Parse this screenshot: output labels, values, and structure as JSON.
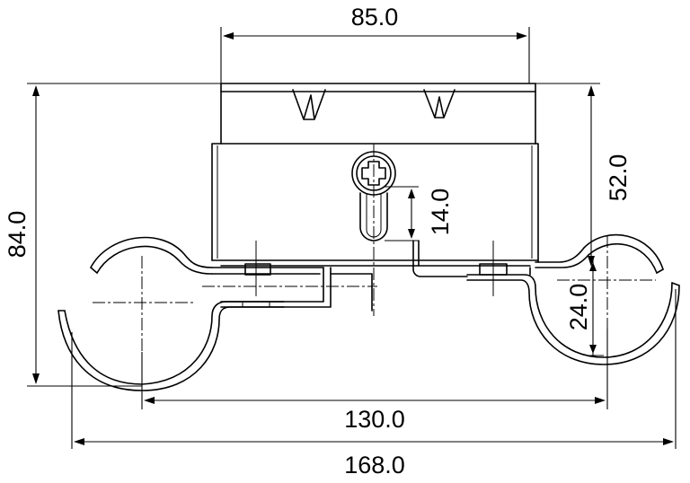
{
  "dimensions": {
    "box_width": "85.0",
    "total_height": "84.0",
    "box_height": "52.0",
    "slot_length": "14.0",
    "clip_offset": "24.0",
    "clip_center_distance": "130.0",
    "total_width": "168.0"
  }
}
